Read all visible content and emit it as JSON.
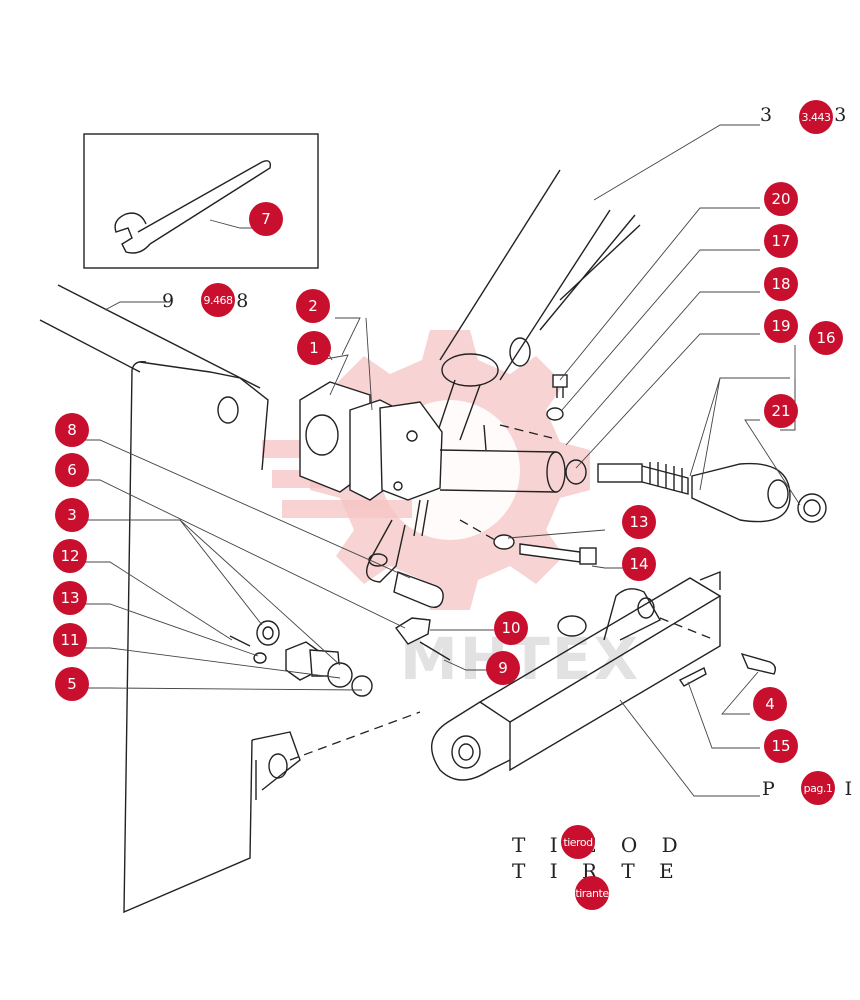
{
  "reference_labels": {
    "top_right": "3 . 3",
    "left": "9 . 8",
    "right": "P A I"
  },
  "title": {
    "line1": "T I E  O D",
    "line2": "T I R  T E"
  },
  "watermark": {
    "text": "MHTEX",
    "color": "#f3b8b8"
  },
  "callouts": {
    "c1": "1",
    "c2": "2",
    "c3": "3",
    "c4": "4",
    "c5": "5",
    "c6": "6",
    "c7": "7",
    "c8": "8",
    "c9": "9",
    "c10": "10",
    "c11": "11",
    "c12": "12",
    "c13a": "13",
    "c13b": "13",
    "c14": "14",
    "c15": "15",
    "c16": "16",
    "c17": "17",
    "c18": "18",
    "c19": "19",
    "c20": "20",
    "c21": "21",
    "c_ref_top": "3.443",
    "c_ref_left": "9.468",
    "c_ref_page": "pag.1",
    "c_tierod": "tierod",
    "c_tirante": "tirante"
  },
  "colors": {
    "callout": "#c8102e",
    "line": "#222222"
  }
}
